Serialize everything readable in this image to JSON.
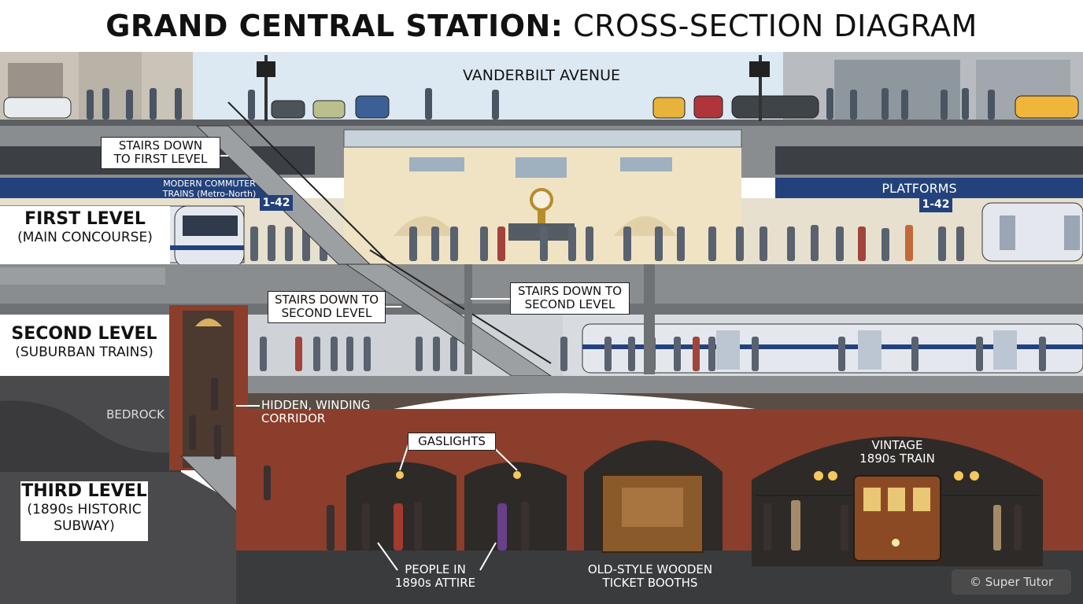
{
  "title": {
    "bold": "GRAND CENTRAL STATION:",
    "rest": "CROSS-SECTION DIAGRAM"
  },
  "street": {
    "label": "VANDERBILT AVENUE"
  },
  "levels": {
    "first": {
      "name": "FIRST LEVEL",
      "sub": "(MAIN CONCOURSE)"
    },
    "second": {
      "name": "SECOND LEVEL",
      "sub": "(SUBURBAN TRAINS)"
    },
    "third": {
      "name": "THIRD LEVEL",
      "sub1": "(1890s HISTORIC",
      "sub2": "SUBWAY)"
    }
  },
  "callouts": {
    "stairs_first": [
      "STAIRS DOWN",
      "TO FIRST LEVEL"
    ],
    "stairs_second_a": [
      "STAIRS DOWN TO",
      "SECOND LEVEL"
    ],
    "stairs_second_b": [
      "STAIRS DOWN TO",
      "SECOND LEVEL"
    ],
    "modern_trains": [
      "MODERN COMMUTER",
      "TRAINS (Metro-North)"
    ],
    "platforms": "PLATFORMS",
    "corridor": [
      "HIDDEN, WINDING",
      "CORRIDOR"
    ],
    "bedrock": "BEDROCK",
    "gaslights": "GASLIGHTS",
    "vintage_train": [
      "VINTAGE",
      "1890s TRAIN"
    ],
    "people_attire": [
      "PEOPLE IN",
      "1890s ATTIRE"
    ],
    "ticket_booths": [
      "OLD-STYLE WOODEN",
      "TICKET BOOTHS"
    ]
  },
  "signs": {
    "track_left": "1-42",
    "track_right": "1-42"
  },
  "watermark": "© Super Tutor",
  "colors": {
    "sky": "#dce8f2",
    "concrete": "#8a8d90",
    "brick": "#8a3e2b",
    "bedrock": "#4a4a4c",
    "concourse": "#efe3c4",
    "sign_blue": "#23427c",
    "train_silver": "#e4e8ee"
  }
}
